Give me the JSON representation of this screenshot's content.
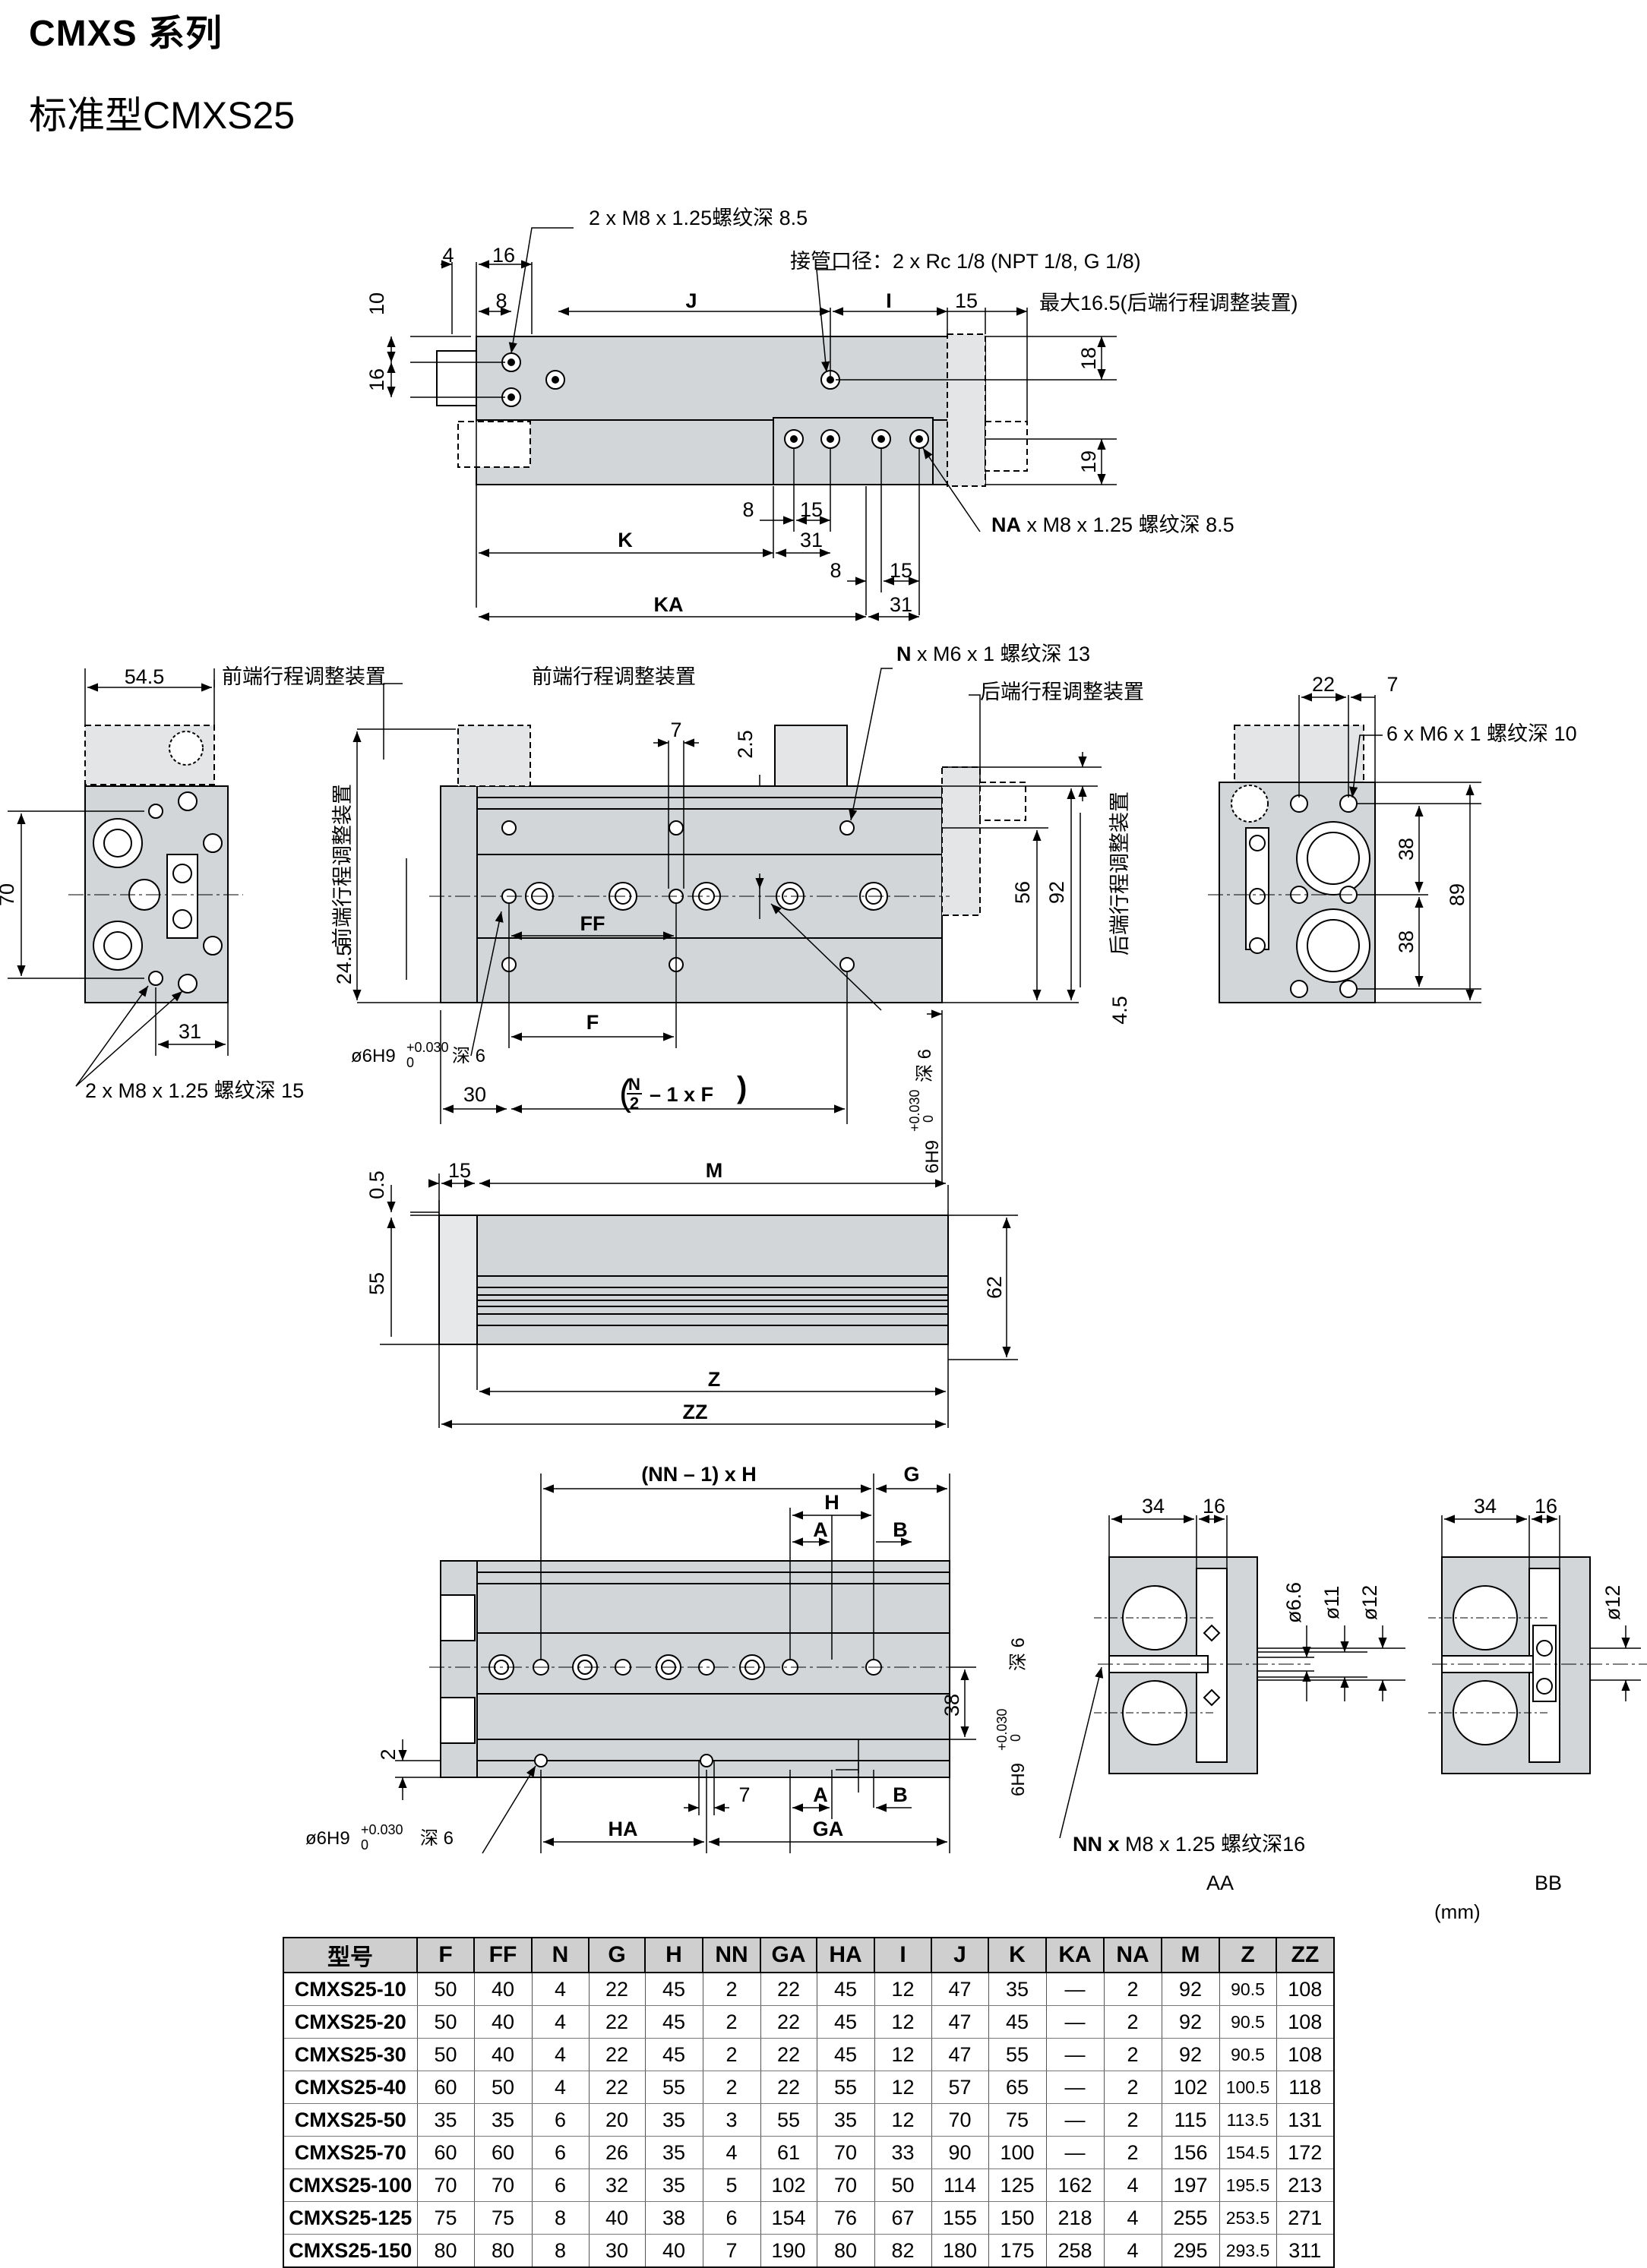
{
  "header": {
    "series_title": "CMXS 系列",
    "model_title": "标准型CMXS25"
  },
  "colors": {
    "part_fill": "#d3d6d9",
    "line": "#000000",
    "header_bg": "#cfcfcf"
  },
  "top_view": {
    "tap_callout": "2 x M8 x 1.25螺纹深 8.5",
    "port_callout": "接管口径：2 x Rc 1/8 (NPT 1/8, G 1/8)",
    "rear_adjuster_max": "最大16.5(后端行程调整装置)",
    "na_callout_na": "NA",
    "na_callout_rest": " x M8 x 1.25 螺纹深  8.5",
    "dims": {
      "d4": "4",
      "d16": "16",
      "d8": "8",
      "j": "J",
      "i": "I",
      "d15": "15",
      "d10": "10",
      "d16v": "16",
      "d18": "18",
      "d19": "19",
      "k": "K",
      "ka": "KA",
      "k8": "8",
      "k15": "15",
      "k31": "31",
      "ka8": "8",
      "ka15": "15",
      "ka31": "31"
    }
  },
  "front_view": {
    "front_adjuster": "前端行程调整装置",
    "rear_adjuster": "后端行程调整装置",
    "n_callout_n": "N",
    "n_callout_rest": " x M6 x 1  螺纹深 13",
    "front_adjuster_vertical": "前端行程调整装置",
    "rear_adjuster_vertical": "后端行程调整装置",
    "dims": {
      "d7": "7",
      "d2_5": "2.5",
      "d56": "56",
      "d92": "92",
      "d24_5": "24.5",
      "d4_5": "4.5",
      "ff": "FF",
      "f": "F",
      "d30": "30",
      "nf_n": "N",
      "nf_2": "2",
      "nf_rest": "– 1  x F",
      "d6h9": "6H9",
      "tol_up": "+0.030",
      "tol_low": "0",
      "deep6": "深 6",
      "hole_callout": "ø6H9",
      "hole_deep": "深 6"
    }
  },
  "left_end_view": {
    "d54_5": "54.5",
    "front_adjuster": "前端行程调整装置",
    "d70": "70",
    "d31": "31",
    "tap_callout": "2 x M8 x 1.25  螺纹深 15"
  },
  "right_end_view": {
    "d22": "22",
    "d7": "7",
    "tap_callout": "6 x M6 x 1  螺纹深 10",
    "d38a": "38",
    "d38b": "38",
    "d89": "89"
  },
  "side_view": {
    "d0_5": "0.5",
    "d15": "15",
    "m": "M",
    "d55": "55",
    "d62": "62",
    "z": "Z",
    "zz": "ZZ"
  },
  "bottom_view": {
    "nnh": "(NN – 1) x H",
    "g": "G",
    "h": "H",
    "a": "A",
    "b": "B",
    "d38": "38",
    "d2": "2",
    "d7": "7",
    "a2": "A",
    "b2": "B",
    "ha": "HA",
    "ga": "GA",
    "hole_callout": "ø6H9",
    "tol_up": "+0.030",
    "tol_low": "0",
    "deep": "深 6",
    "d6h9": "6H9",
    "deep6": "深 6"
  },
  "section_aa": {
    "d34": "34",
    "d16": "16",
    "d6_6": "ø6.6",
    "d11": "ø11",
    "d12": "ø12",
    "callout_nn": "NN x",
    "callout_rest": " M8 x 1.25 螺纹深16",
    "label": "AA"
  },
  "section_bb": {
    "d34": "34",
    "d16": "16",
    "d12": "ø12",
    "label": "BB"
  },
  "table": {
    "unit": "(mm)",
    "headers": [
      "型号",
      "F",
      "FF",
      "N",
      "G",
      "H",
      "NN",
      "GA",
      "HA",
      "I",
      "J",
      "K",
      "KA",
      "NA",
      "M",
      "Z",
      "ZZ"
    ],
    "rows": [
      [
        "CMXS25-10",
        "50",
        "40",
        "4",
        "22",
        "45",
        "2",
        "22",
        "45",
        "12",
        "47",
        "35",
        "—",
        "2",
        "92",
        "90.5",
        "108"
      ],
      [
        "CMXS25-20",
        "50",
        "40",
        "4",
        "22",
        "45",
        "2",
        "22",
        "45",
        "12",
        "47",
        "45",
        "—",
        "2",
        "92",
        "90.5",
        "108"
      ],
      [
        "CMXS25-30",
        "50",
        "40",
        "4",
        "22",
        "45",
        "2",
        "22",
        "45",
        "12",
        "47",
        "55",
        "—",
        "2",
        "92",
        "90.5",
        "108"
      ],
      [
        "CMXS25-40",
        "60",
        "50",
        "4",
        "22",
        "55",
        "2",
        "22",
        "55",
        "12",
        "57",
        "65",
        "—",
        "2",
        "102",
        "100.5",
        "118"
      ],
      [
        "CMXS25-50",
        "35",
        "35",
        "6",
        "20",
        "35",
        "3",
        "55",
        "35",
        "12",
        "70",
        "75",
        "—",
        "2",
        "115",
        "113.5",
        "131"
      ],
      [
        "CMXS25-70",
        "60",
        "60",
        "6",
        "26",
        "35",
        "4",
        "61",
        "70",
        "33",
        "90",
        "100",
        "—",
        "2",
        "156",
        "154.5",
        "172"
      ],
      [
        "CMXS25-100",
        "70",
        "70",
        "6",
        "32",
        "35",
        "5",
        "102",
        "70",
        "50",
        "114",
        "125",
        "162",
        "4",
        "197",
        "195.5",
        "213"
      ],
      [
        "CMXS25-125",
        "75",
        "75",
        "8",
        "40",
        "38",
        "6",
        "154",
        "76",
        "67",
        "155",
        "150",
        "218",
        "4",
        "255",
        "253.5",
        "271"
      ],
      [
        "CMXS25-150",
        "80",
        "80",
        "8",
        "30",
        "40",
        "7",
        "190",
        "80",
        "82",
        "180",
        "175",
        "258",
        "4",
        "295",
        "293.5",
        "311"
      ]
    ]
  }
}
